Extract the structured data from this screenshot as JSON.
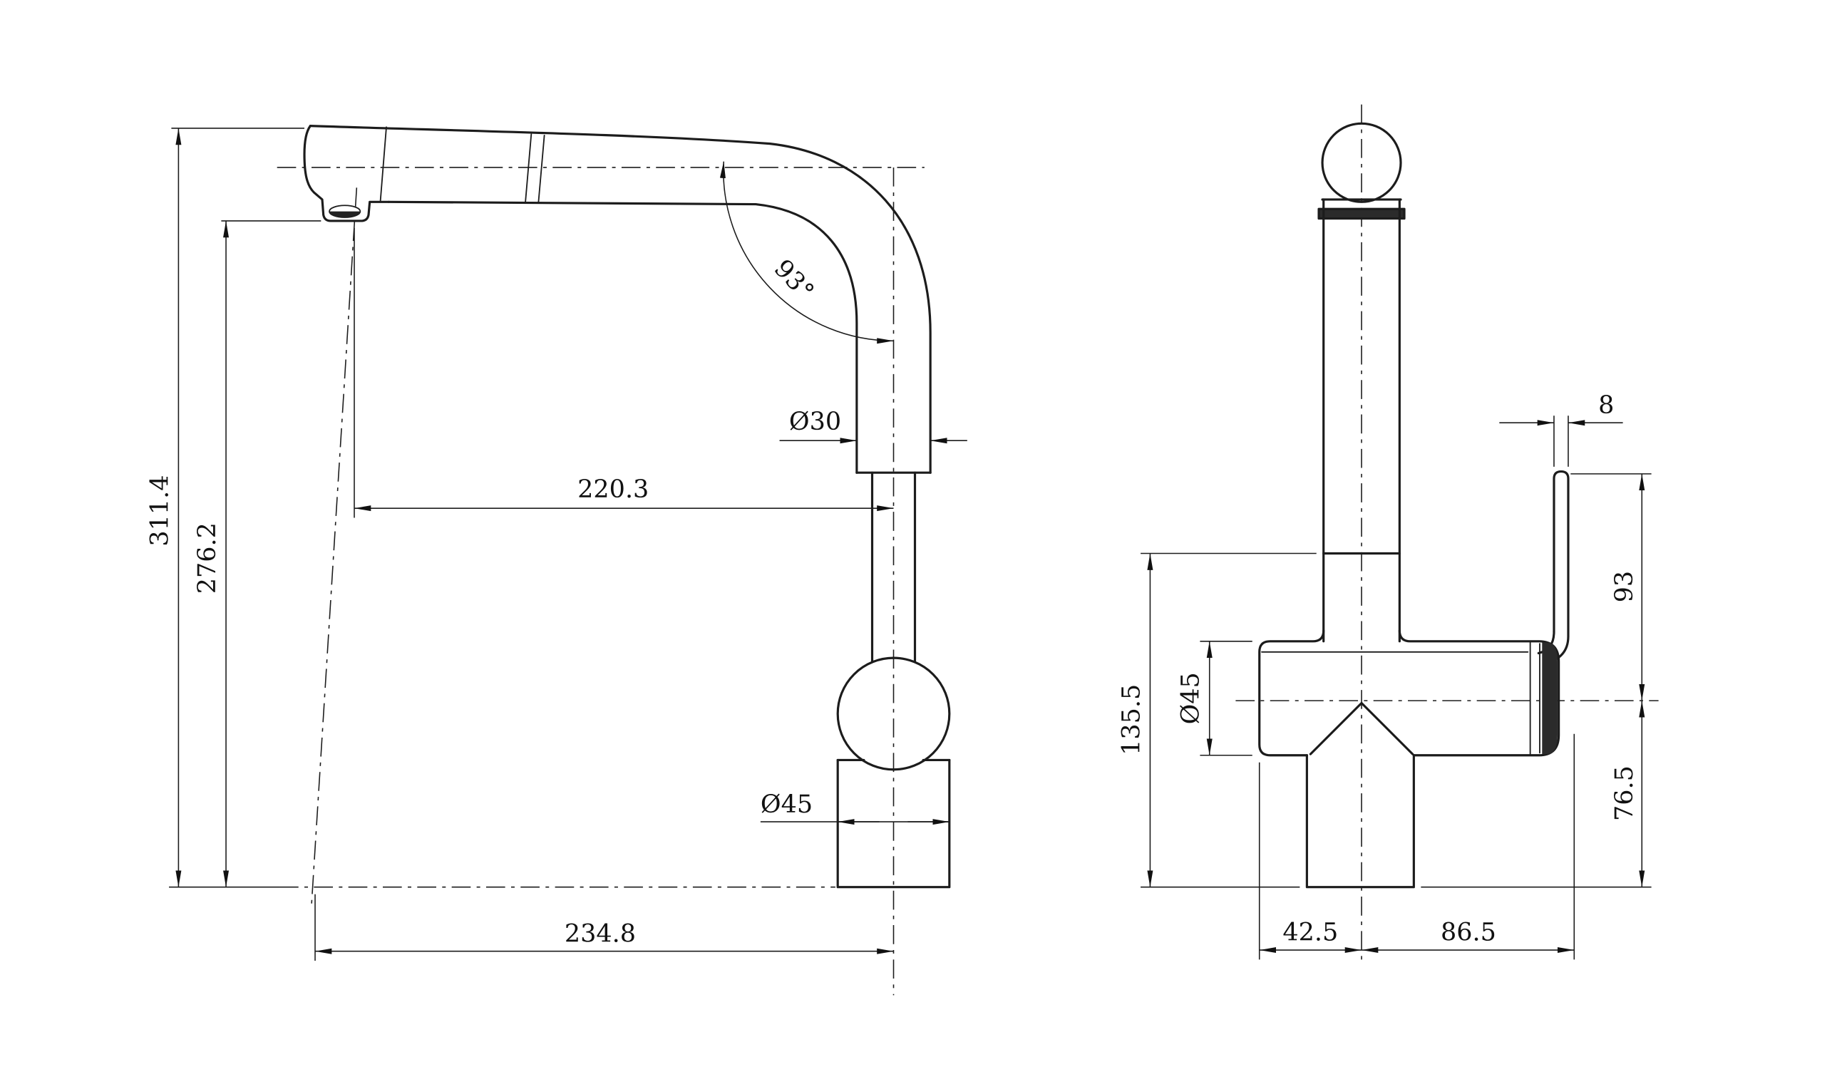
{
  "drawing": {
    "title": "faucet-two-view-dimension-drawing",
    "views": {
      "side": {
        "overall_height": "311.4",
        "head_height": "276.2",
        "spout_reach": "220.3",
        "spout_diameter": "Ø30",
        "spout_angle": "93°",
        "body_diameter": "Ø45",
        "base_offset": "234.8"
      },
      "front": {
        "handle_thickness": "8",
        "handle_height": "93",
        "body_height": "135.5",
        "body_diameter": "Ø45",
        "handle_drop": "76.5",
        "base_offset_left": "42.5",
        "base_offset_right": "86.5"
      }
    }
  }
}
